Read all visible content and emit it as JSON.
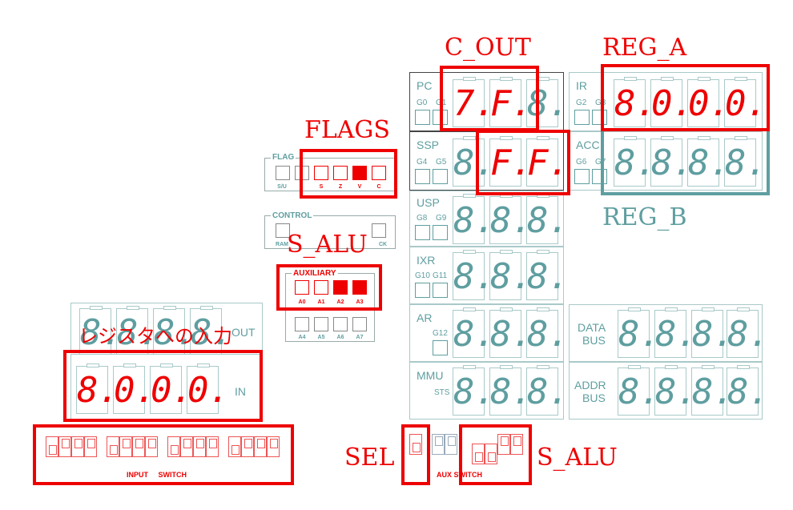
{
  "annotations": {
    "c_out": "C_OUT",
    "reg_a": "REG_A",
    "reg_b": "REG_B",
    "flags": "FLAGS",
    "s_alu_top": "S_ALU",
    "s_alu_bottom": "S_ALU",
    "sel": "SEL",
    "register_input": "レジスタへの入力"
  },
  "colors": {
    "accent": "#e00000",
    "teal": "#5f9ea0"
  },
  "flag_group": {
    "title": "FLAG",
    "labels": [
      "S/U",
      "S",
      "Z",
      "V",
      "C"
    ],
    "states": [
      "off",
      "off",
      "off",
      "on",
      "off"
    ]
  },
  "control_group": {
    "title": "CONTROL",
    "labels": [
      "RAM",
      "CK"
    ]
  },
  "aux_group": {
    "title": "AUXILIARY",
    "labels_top": [
      "A0",
      "A1",
      "A2",
      "A3"
    ],
    "labels_bottom": [
      "A4",
      "A5",
      "A6",
      "A7"
    ],
    "states_top": [
      "off",
      "off",
      "on",
      "on"
    ]
  },
  "registers": {
    "pc": {
      "name": "PC",
      "groups": [
        "G0",
        "G1"
      ],
      "digits": [
        "7.",
        "F.",
        "8."
      ]
    },
    "ir": {
      "name": "IR",
      "groups": [
        "G2",
        "G3"
      ],
      "digits": [
        "8.",
        "0.",
        "0.",
        "0."
      ]
    },
    "ssp": {
      "name": "SSP",
      "groups": [
        "G4",
        "G5"
      ],
      "digits": [
        "8.",
        "F.",
        "F."
      ]
    },
    "acc": {
      "name": "ACC",
      "groups": [
        "G6",
        "G7"
      ],
      "digits": [
        "8.",
        "8.",
        "8.",
        "8."
      ]
    },
    "usp": {
      "name": "USP",
      "groups": [
        "G8",
        "G9"
      ],
      "digits": [
        "8.",
        "8.",
        "8."
      ]
    },
    "ixr": {
      "name": "IXR",
      "groups": [
        "G10",
        "G11"
      ],
      "digits": [
        "8.",
        "8.",
        "8."
      ]
    },
    "ar": {
      "name": "AR",
      "groups": [
        "G12"
      ],
      "digits": [
        "8.",
        "8.",
        "8."
      ]
    },
    "mmu": {
      "name": "MMU",
      "groups": [
        "STS"
      ],
      "digits": [
        "8.",
        "8.",
        "8."
      ]
    },
    "data_bus": {
      "name_line1": "DATA",
      "name_line2": "BUS",
      "digits": [
        "8.",
        "8.",
        "8.",
        "8."
      ]
    },
    "addr_bus": {
      "name_line1": "ADDR",
      "name_line2": "BUS",
      "digits": [
        "8.",
        "8.",
        "8.",
        "8."
      ]
    }
  },
  "io": {
    "out_label": "OUT",
    "in_label": "IN",
    "out_digits": [
      "8.",
      "8.",
      "8.",
      "8."
    ],
    "in_digits": [
      "8.",
      "0.",
      "0.",
      "0."
    ]
  },
  "switches": {
    "input_label": "INPUT SWITCH",
    "aux_label": "AUX SWITCH"
  }
}
